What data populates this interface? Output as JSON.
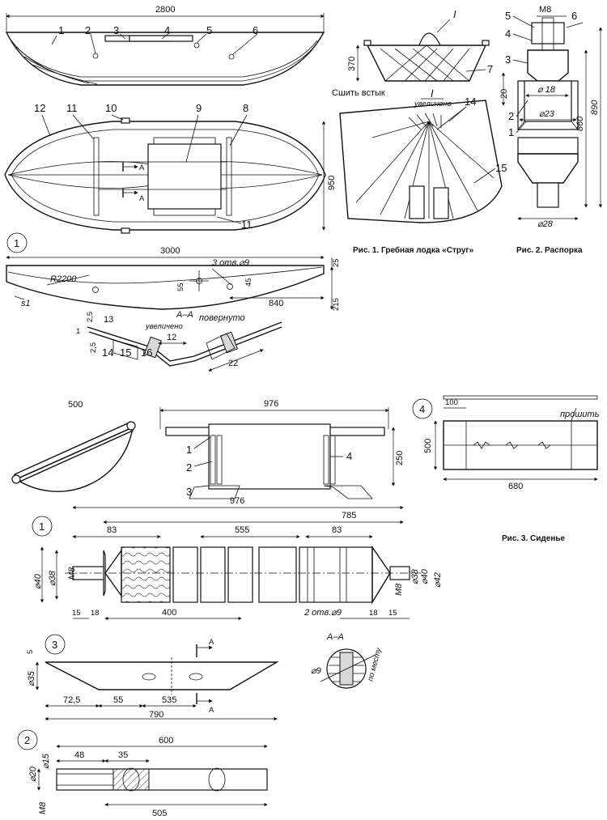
{
  "captions": {
    "fig1": "Рис. 1. Гребная лодка «Струг»",
    "fig2": "Рис. 2. Распорка",
    "fig3": "Рис. 3. Сиденье"
  },
  "notes": {
    "sew_butt": "Сшить встык",
    "enlarged_i": "увеличено",
    "section_aa": "А–А",
    "rotated": "повернуто",
    "enlarged_aa": "увеличено",
    "sew": "прошить",
    "in_place": "по месту",
    "holes_top": "3 отв.⌀9",
    "holes_seat": "2 отв.⌀9",
    "radius": "R2200",
    "s1": "s1",
    "roman_i": "I",
    "roman_i2": "I",
    "aa_seat": "А–А"
  },
  "part_numbers": {
    "c1": "1",
    "c3": "3",
    "c4": "4",
    "c1b": "1",
    "c3b": "3",
    "c2b": "2"
  },
  "labels": {
    "side": [
      "1",
      "2",
      "3",
      "4",
      "5",
      "6"
    ],
    "top": [
      "12",
      "11",
      "10",
      "9",
      "8",
      "11"
    ],
    "cone": [
      "7"
    ],
    "detail": [
      "14",
      "15"
    ],
    "strut": [
      "5",
      "4",
      "3",
      "2",
      "1",
      "6"
    ],
    "section": [
      "13",
      "14",
      "15",
      "16"
    ],
    "seat": [
      "1",
      "2",
      "3",
      "4"
    ],
    "ab": [
      "А",
      "А",
      "А",
      "А"
    ]
  },
  "dims": {
    "d2800": "2800",
    "d950": "950",
    "d3000": "3000",
    "d25": "25",
    "d215": "215",
    "d55": "55",
    "d45": "45",
    "d840": "840",
    "d370": "370",
    "m8": "М8",
    "d20": "20",
    "phi18": "⌀ 18",
    "phi23": "⌀23",
    "d860": "860",
    "d890": "890",
    "phi28": "⌀28",
    "d1": "1",
    "d25b": "2,5",
    "d25c": "2,5",
    "d12": "12",
    "d22": "22",
    "d500": "500",
    "d976": "976",
    "d250": "250",
    "d100": "100",
    "d500b": "500",
    "d680": "680",
    "d976b": "976",
    "d785": "785",
    "d83": "83",
    "d555": "555",
    "d83b": "83",
    "phi40": "⌀40",
    "phi38": "⌀38",
    "m8b": "М8",
    "phi38b": "⌀38",
    "phi40b": "⌀40",
    "phi42": "⌀42",
    "m8c": "М8",
    "d15": "15",
    "d18": "18",
    "d400": "400",
    "d18b": "18",
    "d15b": "15",
    "d5": "5",
    "phi35": "⌀35",
    "d725": "72,5",
    "d55b": "55",
    "d535": "535",
    "d790": "790",
    "phi9": "⌀9",
    "d600": "600",
    "d48": "48",
    "d35": "35",
    "phi20": "⌀20",
    "phi15": "⌀15",
    "m8d": "М8",
    "d505": "505"
  }
}
